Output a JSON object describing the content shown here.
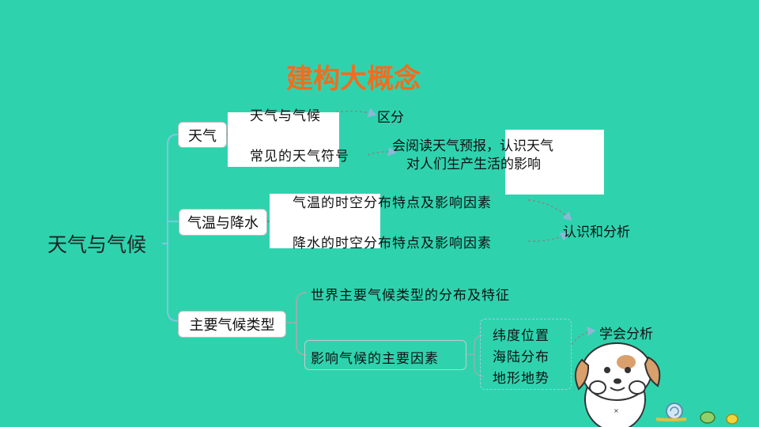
{
  "title": "建构大概念",
  "root": "天气与气候",
  "branches": [
    {
      "label": "天气",
      "items": [
        "天气与气候",
        "常见的天气符号"
      ],
      "targets": [
        "区分",
        "会阅读天气预报，认识天气",
        "对人们生产生活的影响"
      ]
    },
    {
      "label": "气温与降水",
      "items": [
        "气温的时空分布特点及影响因素",
        "降水的时空分布特点及影响因素"
      ],
      "target": "认识和分析"
    },
    {
      "label": "主要气候类型",
      "items": [
        "世界主要气候类型的分布及特征",
        "影响气候的主要因素"
      ],
      "factors": [
        "纬度位置",
        "海陆分布",
        "地形地势"
      ],
      "target": "学会分析"
    }
  ],
  "colors": {
    "background": "#2ed3ae",
    "title": "#f26c1f",
    "line": "#7fb8d9"
  }
}
